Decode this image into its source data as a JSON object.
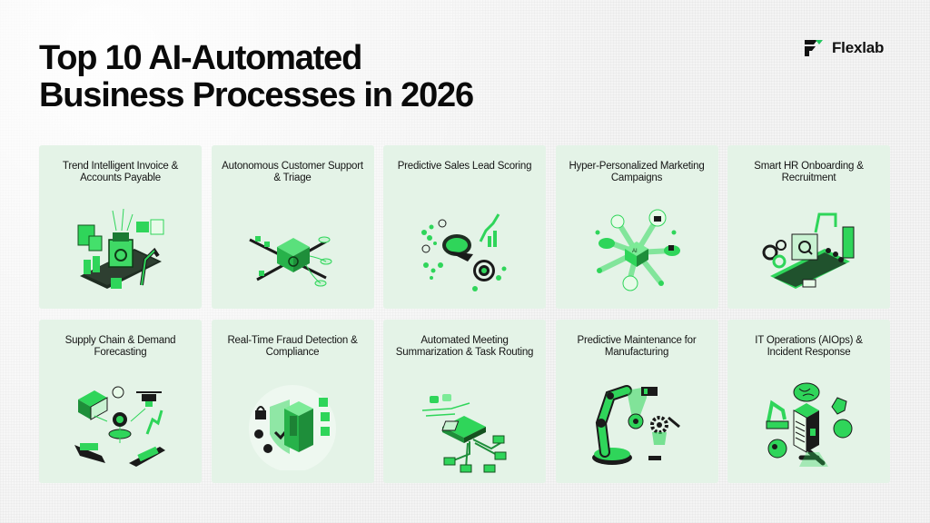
{
  "header": {
    "title_line1": "Top 10 AI-Automated",
    "title_line2": "Business Processes in 2026"
  },
  "brand": {
    "name": "Flexlab",
    "logo_icon": "flexlab-logo-icon",
    "accent_color": "#22c55e"
  },
  "colors": {
    "card_background": "#e4f3e7",
    "illustration_green": "#2fd55a",
    "illustration_dark": "#1a1a1a"
  },
  "cards": [
    {
      "title": "Trend Intelligent Invoice & Accounts Payable",
      "icon": "invoice-conveyor-robot-arm-icon"
    },
    {
      "title": "Autonomous Customer Support & Triage",
      "icon": "support-hub-routing-icon"
    },
    {
      "title": "Predictive Sales Lead Scoring",
      "icon": "lead-funnel-target-icon"
    },
    {
      "title": "Hyper-Personalized Marketing Campaigns",
      "icon": "ai-marketing-network-icon"
    },
    {
      "title": "Smart HR Onboarding & Recruitment",
      "icon": "hr-conveyor-screening-icon"
    },
    {
      "title": "Supply Chain & Demand Forecasting",
      "icon": "supply-chain-ships-drone-icon"
    },
    {
      "title": "Real-Time Fraud Detection & Compliance",
      "icon": "security-shield-lock-icon"
    },
    {
      "title": "Automated Meeting Summarization & Task Routing",
      "icon": "meeting-chip-routing-icon"
    },
    {
      "title": "Predictive Maintenance for Manufacturing",
      "icon": "robot-arm-gear-icon"
    },
    {
      "title": "IT Operations (AIOps) & Incident Response",
      "icon": "brain-server-ops-icon"
    }
  ]
}
